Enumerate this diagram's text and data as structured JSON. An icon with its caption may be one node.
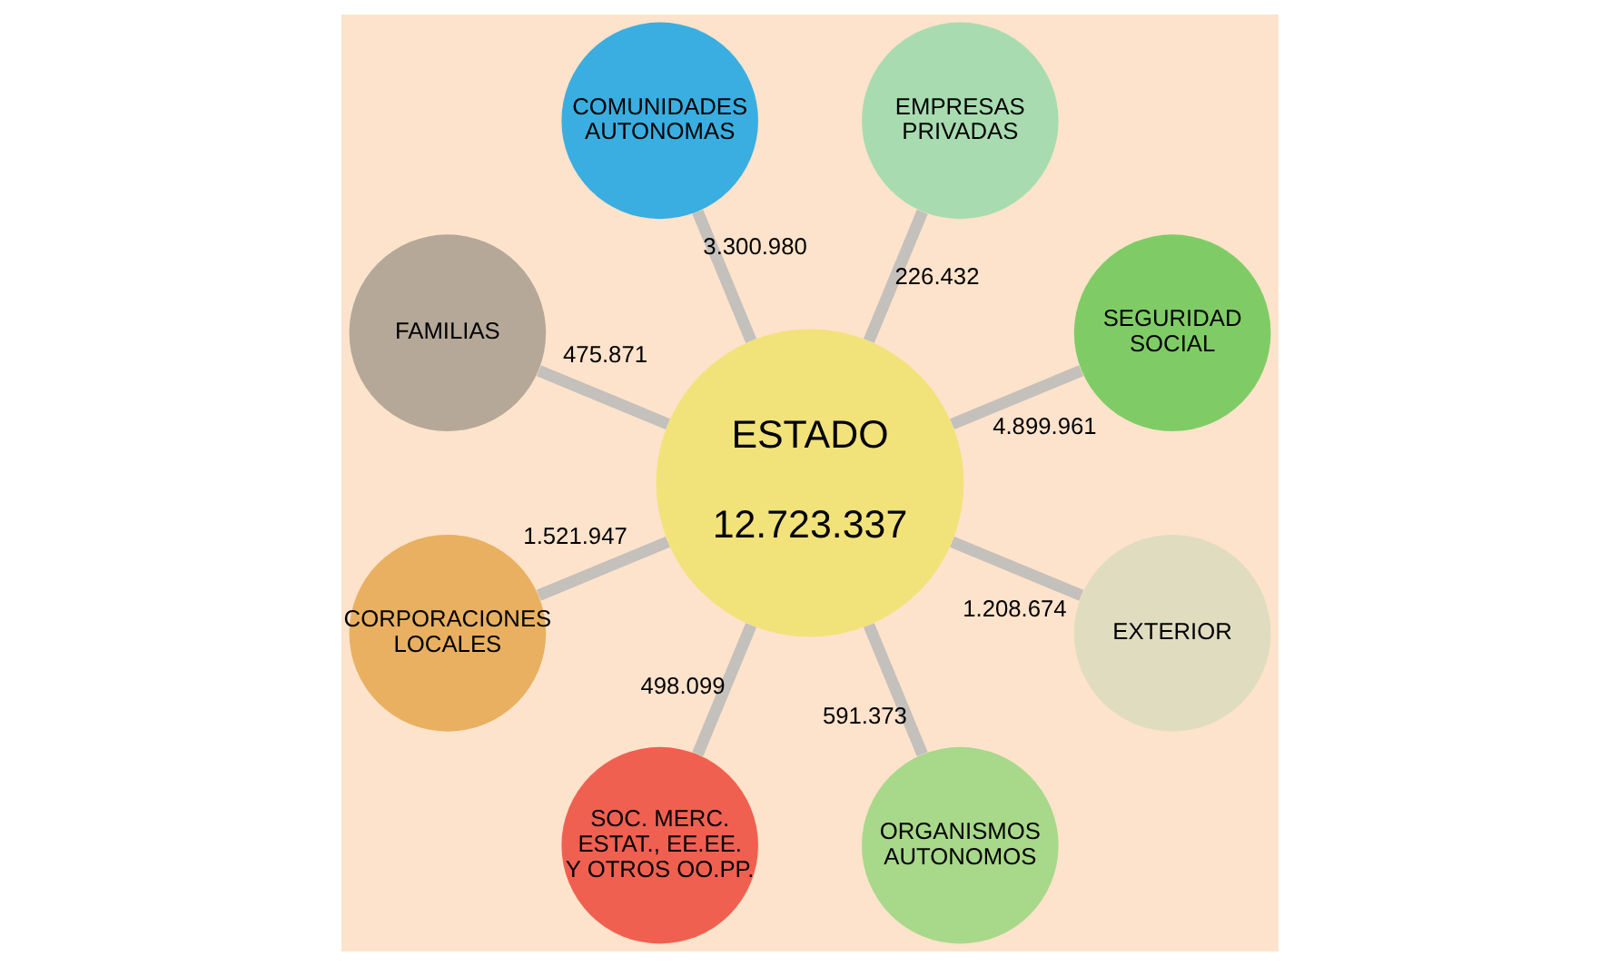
{
  "diagram": {
    "nodes": [
      {
        "text": [
          "ESTADO",
          "12.723.337"
        ]
      },
      {
        "text": [
          "SEGURIDAD SOCIAL"
        ],
        "beside": [
          "4.899.961"
        ]
      },
      {
        "text": [
          "EMPRESAS PRIVADAS"
        ],
        "beside": [
          "226.432"
        ]
      },
      {
        "text": [
          "COMUNIDADES AUTONOMAS"
        ],
        "beside": [
          "3.300.980"
        ]
      },
      {
        "text": [
          "FAMILIAS"
        ],
        "beside": [
          "475.871"
        ]
      },
      {
        "text": [
          "CORPORACIONES LOCALES"
        ],
        "beside": [
          "1.521.947"
        ]
      },
      {
        "text": [
          "SOC. MERC. ESTAT., EE.EE. Y OTROS OO.PP."
        ],
        "beside": [
          "498.099"
        ]
      },
      {
        "text": [
          "ORGANISMOS AUTONOMOS"
        ],
        "beside": [
          "591.373"
        ]
      },
      {
        "text": [
          "EXTERIOR"
        ],
        "beside": [
          "1.208.674"
        ]
      }
    ],
    "edges": [
      {
        "from": 0,
        "to": 1,
        "arrow": "none"
      },
      {
        "from": 0,
        "to": 2,
        "arrow": "none"
      },
      {
        "from": 0,
        "to": 3,
        "arrow": "none"
      },
      {
        "from": 0,
        "to": 4,
        "arrow": "none"
      },
      {
        "from": 0,
        "to": 5,
        "arrow": "none"
      },
      {
        "from": 0,
        "to": 6,
        "arrow": "none"
      },
      {
        "from": 0,
        "to": 7,
        "arrow": "none"
      },
      {
        "from": 0,
        "to": 8,
        "arrow": "none"
      }
    ]
  }
}
